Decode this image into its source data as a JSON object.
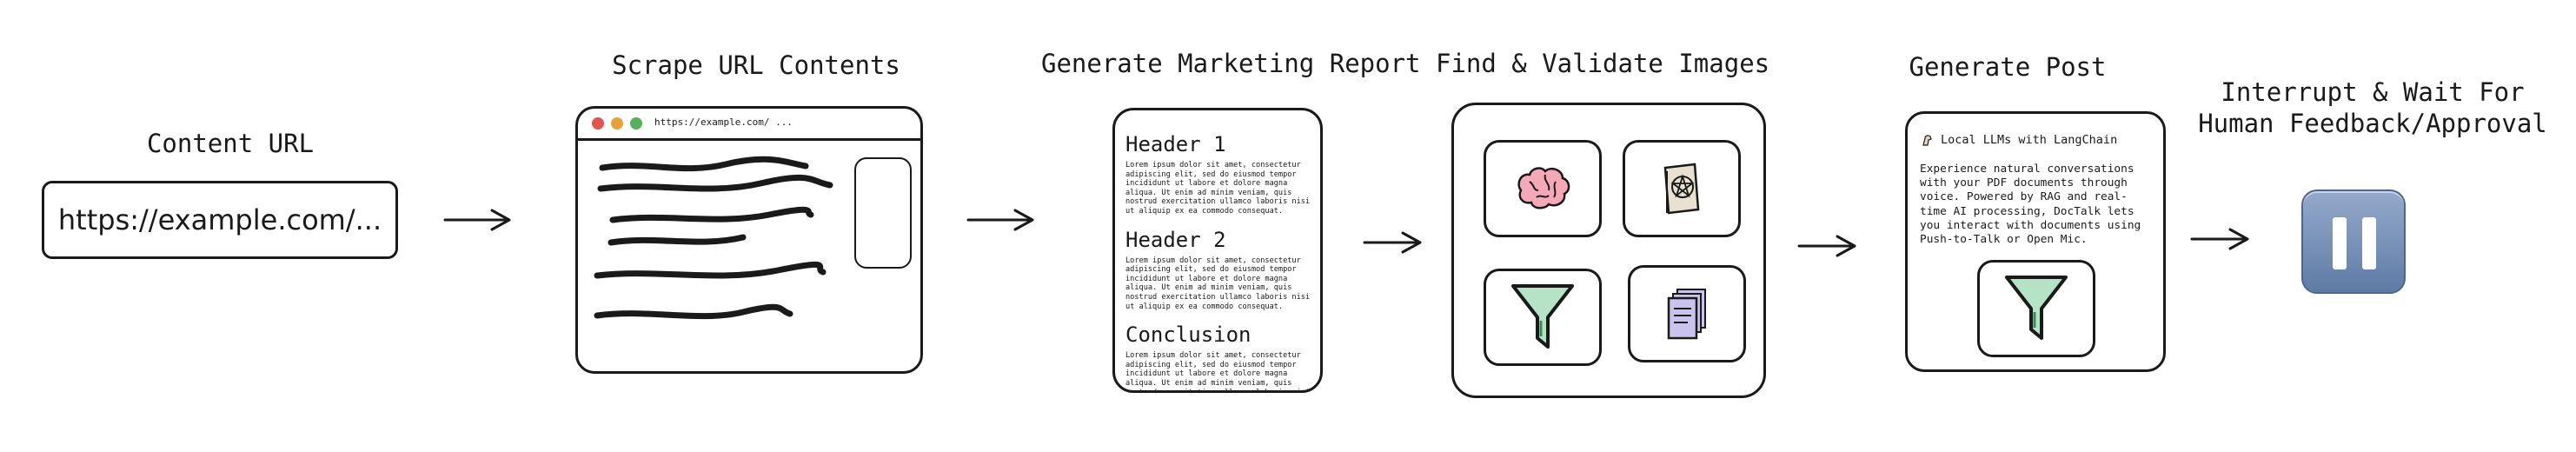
{
  "steps": {
    "content_url": {
      "title": "Content URL",
      "url": "https://example.com/..."
    },
    "scrape": {
      "title": "Scrape URL Contents",
      "address": "https://example.com/ ..."
    },
    "report": {
      "title": "Generate Marketing Report",
      "sections": [
        {
          "heading": "Header 1",
          "body": "Lorem ipsum dolor sit amet, consectetur adipiscing elit, sed do eiusmod tempor incididunt ut labore et dolore magna aliqua. Ut enim ad minim veniam, quis nostrud exercitation ullamco laboris nisi ut aliquip ex ea commodo consequat."
        },
        {
          "heading": "Header 2",
          "body": "Lorem ipsum dolor sit amet, consectetur adipiscing elit, sed do eiusmod tempor incididunt ut labore et dolore magna aliqua. Ut enim ad minim veniam, quis nostrud exercitation ullamco laboris nisi ut aliquip ex ea commodo consequat."
        },
        {
          "heading": "Conclusion",
          "body": "Lorem ipsum dolor sit amet, consectetur adipiscing elit, sed do eiusmod tempor incididunt ut labore et dolore magna aliqua. Ut enim ad minim veniam, quis nostrud exercitation ullamco laboris nisi ut aliquip ex ea commodo consequat."
        }
      ]
    },
    "images": {
      "title": "Find & Validate Images",
      "icons": [
        "brain-icon",
        "pentagram-book-icon",
        "funnel-icon",
        "documents-icon"
      ]
    },
    "post": {
      "title": "Generate Post",
      "post_title": "Local LLMs with LangChain",
      "post_body": "Experience natural conversations with your PDF documents through voice. Powered by RAG and real-time AI processing, DocTalk lets you interact with documents using Push-to-Talk or Open Mic."
    },
    "interrupt": {
      "title_line1": "Interrupt & Wait For",
      "title_line2": "Human Feedback/Approval",
      "icon": "pause-icon"
    }
  },
  "colors": {
    "stroke": "#1a1a1a",
    "pause_fill": "#7c95b8",
    "funnel_fill": "#b6e3c6",
    "doc_fill": "#c9c3ee",
    "brain_fill": "#f4a8b8"
  }
}
